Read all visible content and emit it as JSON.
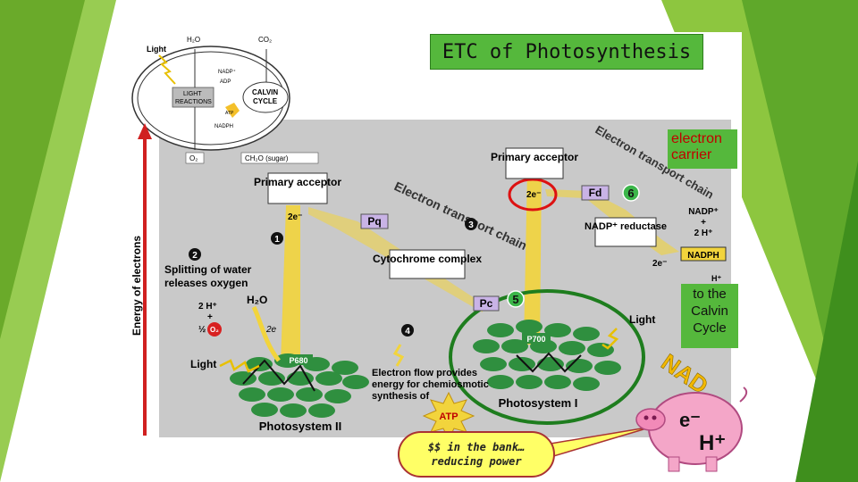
{
  "title": "ETC of Photosynthesis",
  "labels": {
    "electron_carrier": "electron carrier",
    "to_calvin": "to the Calvin Cycle",
    "bank_line1": "$$ in the bank…",
    "bank_line2": "reducing power"
  },
  "overview": {
    "light": "Light",
    "h2o": "H₂O",
    "co2": "CO₂",
    "nadp": "NADP⁺",
    "adp": "ADP",
    "light_reactions_1": "LIGHT",
    "light_reactions_2": "REACTIONS",
    "calvin_1": "CALVIN",
    "calvin_2": "CYCLE",
    "atp": "ATP",
    "nadph": "NADPH",
    "o2": "O₂",
    "sugar": "CH₂O (sugar)"
  },
  "diagram": {
    "y_axis": "Energy of electrons",
    "primary_acceptor": "Primary acceptor",
    "primary_acceptor_2": "Primary acceptor",
    "two_e": "2e⁻",
    "pq": "Pq",
    "cytochrome": "Cytochrome complex",
    "pc": "Pc",
    "fd": "Fd",
    "nadp_reductase": "NADP⁺ reductase",
    "nadp_plus": "NADP⁺",
    "plus": "+",
    "two_h": "2 H⁺",
    "nadph": "NADPH",
    "h_plus": "H⁺",
    "splitting": "Splitting of water",
    "releases": "releases oxygen",
    "h2o": "H₂O",
    "two_h_plus": "2 H⁺",
    "half": "½",
    "o2": "O₂",
    "two_e_small": "2e",
    "light": "Light",
    "light2": "Light",
    "p680": "P680",
    "p700": "P700",
    "flow_1": "Electron flow provides",
    "flow_2": "energy for chemiosmotic",
    "flow_3": "synthesis of",
    "atp": "ATP",
    "ps2": "Photosystem II",
    "ps1": "Photosystem I",
    "etc_1": "Electron transport chain",
    "etc_2": "Electron transport chain",
    "steps": [
      "1",
      "2",
      "3",
      "4",
      "5",
      "6"
    ]
  },
  "mascot": {
    "nad": "NAD",
    "e": "e⁻",
    "h": "H⁺"
  },
  "colors": {
    "accent_green": "#55b83c",
    "dark_green": "#1e7d1e",
    "panel_gray": "#c9c9c9",
    "red_highlight": "#dd1111",
    "mascot_pink": "#f4a6c8"
  }
}
